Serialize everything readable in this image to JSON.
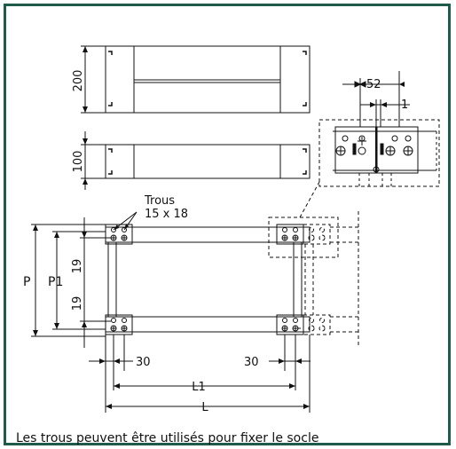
{
  "diagram": {
    "dimensions": {
      "height_200": "200",
      "height_100": "100",
      "width_52": "52",
      "offset_1": "1",
      "holes_title": "Trous",
      "holes_size": "15 x 18",
      "depth_P": "P",
      "depth_P1": "P1",
      "margin_19_top": "19",
      "margin_19_bottom": "19",
      "margin_30_left": "30",
      "margin_30_right": "30",
      "length_L1": "L1",
      "length_L": "L"
    },
    "caption": "Les trous peuvent être utilisés pour fixer le socle"
  },
  "colors": {
    "frame_border": "#1f5a4a",
    "line": "#111111"
  }
}
